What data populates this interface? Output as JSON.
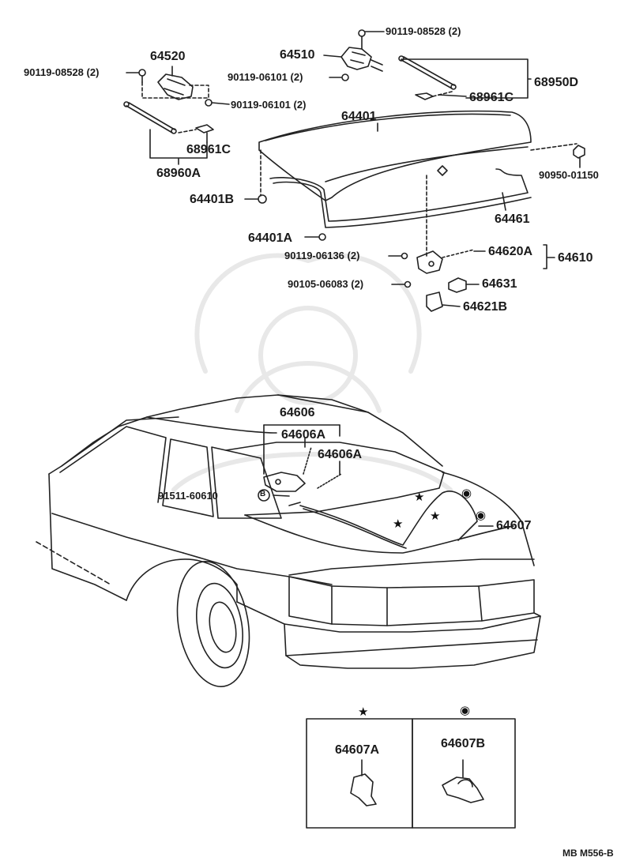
{
  "diagram_id": "MB M556-B",
  "symbols": {
    "star": "★",
    "circle": "◉"
  },
  "labels": {
    "p90119_08528_top": "90119-08528 (2)",
    "p64510": "64510",
    "p90119_06101_mid": "90119-06101 (2)",
    "p68950D": "68950D",
    "p68961C_top": "68961C",
    "p64520": "64520",
    "p90119_08528_left": "90119-08528 (2)",
    "p90119_06101_left": "90119-06101 (2)",
    "p64401": "64401",
    "p68961C_left": "68961C",
    "p68960A": "68960A",
    "p90950_01150": "90950-01150",
    "p64401B": "64401B",
    "p64461": "64461",
    "p64401A": "64401A",
    "p90119_06136": "90119-06136 (2)",
    "p64620A": "64620A",
    "p64610": "64610",
    "p90105_06083": "90105-06083 (2)",
    "p64631": "64631",
    "p64621B": "64621B",
    "p64606": "64606",
    "p64606A_1": "64606A",
    "p64606A_2": "64606A",
    "p91511_60610": "91511-60610",
    "p64607": "64607",
    "p64607A": "64607A",
    "p64607B": "64607B",
    "callout_B": "B"
  }
}
